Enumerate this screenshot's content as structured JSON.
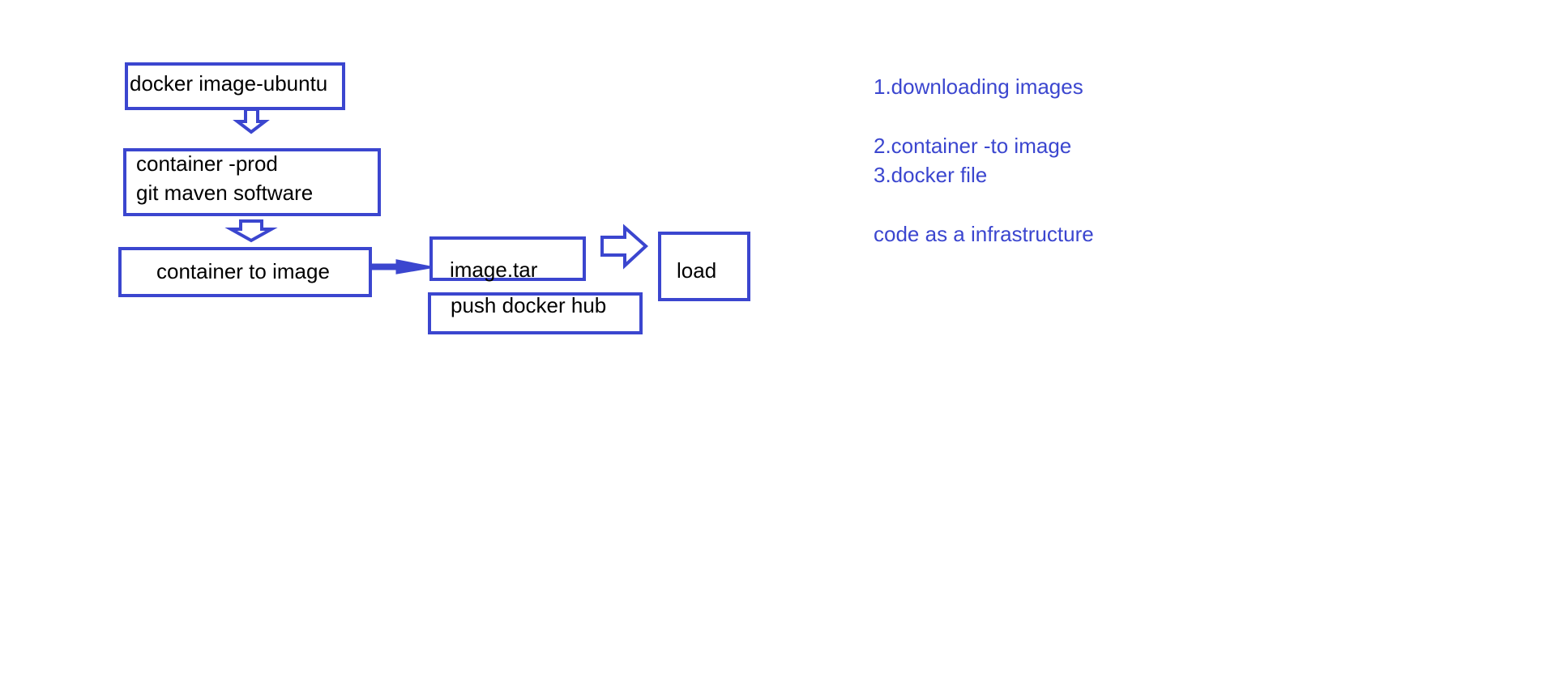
{
  "colors": {
    "stroke": "#3b46cf",
    "text": "#000000",
    "note_text": "#3b46cf",
    "background": "#ffffff"
  },
  "flow": {
    "docker_image": "docker image-ubuntu",
    "container_prod_line1": "container -prod",
    "container_prod_line2": "git maven software",
    "container_to_image": "container to image",
    "image_tar": "image.tar",
    "push_docker_hub": "push docker hub",
    "load": "load"
  },
  "notes": {
    "item1": "1.downloading images",
    "item2": "2.container -to image",
    "item3": "3.docker file",
    "item4": "code as a infrastructure"
  }
}
